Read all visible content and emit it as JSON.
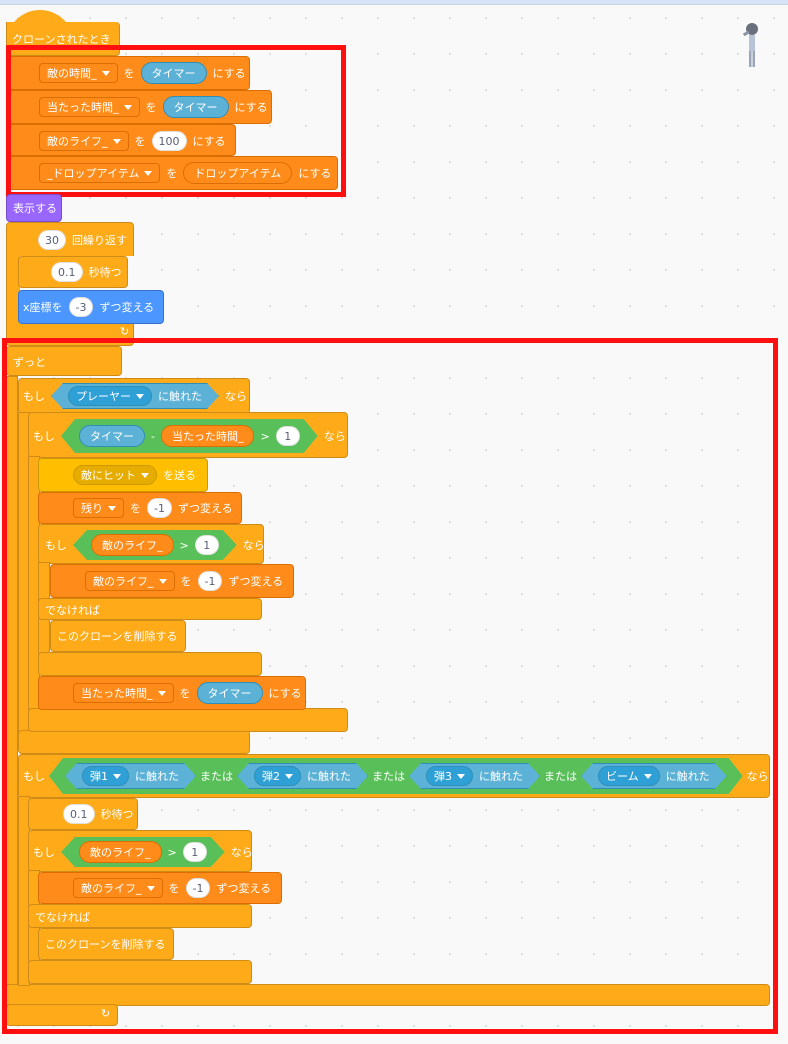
{
  "script1": {
    "hat_label": "クローンされたとき",
    "set_label": "を",
    "to_label": "にする",
    "rows": [
      {
        "var": "敵の時間_",
        "value": "タイマー"
      },
      {
        "var": "当たった時間_",
        "value": "タイマー"
      },
      {
        "var": "敵のライフ_",
        "value": "100"
      },
      {
        "var": "_ドロップアイテム",
        "value": "ドロップアイテム"
      }
    ],
    "show_label": "表示する",
    "repeat_count": "30",
    "repeat_label": "回繰り返す",
    "wait_value": "0.1",
    "wait_label": "秒待つ",
    "changex_label": "x座標を",
    "changex_value": "-3",
    "changex_suffix": "ずつ変える",
    "loop_arrow": "↻"
  },
  "forever": {
    "label": "ずっと",
    "if1": {
      "if_label": "もし",
      "then_label": "なら",
      "touch_target": "プレーヤー",
      "touch_label": "に触れた",
      "inner_if": {
        "if_label": "もし",
        "left": "タイマー",
        "minus": "-",
        "right": "当たった時間_",
        "gt": ">",
        "compare": "1",
        "then_label": "なら",
        "broadcast": "敵にヒット",
        "broadcast_suffix": "を送る",
        "change1_var": "残り",
        "change1_by": "を",
        "change1_value": "-1",
        "change1_suffix": "ずつ変える",
        "nested_if": {
          "if_label": "もし",
          "var": "敵のライフ_",
          "gt": ">",
          "compare": "1",
          "then_label": "なら",
          "change_var": "敵のライフ_",
          "change_by": "を",
          "change_value": "-1",
          "change_suffix": "ずつ変える",
          "else_label": "でなければ",
          "delete_label": "このクローンを削除する"
        },
        "set_var": "当たった時間_",
        "set_by": "を",
        "set_value": "タイマー",
        "set_suffix": "にする"
      }
    },
    "if2": {
      "if_label": "もし",
      "then_label": "なら",
      "targets": [
        "弾1",
        "弾2",
        "弾3",
        "ビーム"
      ],
      "touch_label": "に触れた",
      "or_label": "または",
      "wait_value": "0.1",
      "wait_label": "秒待つ",
      "nested_if": {
        "if_label": "もし",
        "var": "敵のライフ_",
        "gt": ">",
        "compare": "1",
        "then_label": "なら",
        "change_var": "敵のライフ_",
        "change_by": "を",
        "change_value": "-1",
        "change_suffix": "ずつ変える",
        "else_label": "でなければ",
        "delete_label": "このクローンを削除する"
      }
    },
    "loop_arrow": "↻"
  },
  "colors": {
    "control": "#ffab19",
    "variables": "#ff8c1a",
    "looks": "#9966ff",
    "motion": "#4c97ff",
    "sensing": "#5cb1d6",
    "operators": "#59c059",
    "events": "#ffbf00",
    "highlight": "#ff1010"
  }
}
